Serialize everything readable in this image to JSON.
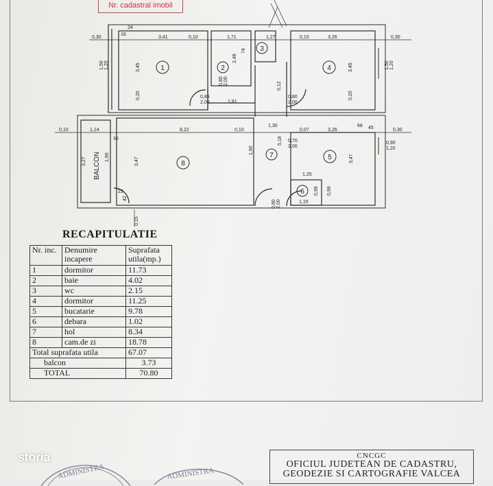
{
  "header": {
    "stamp_text": "Nr. cadastral imobil"
  },
  "plan": {
    "room_numbers": [
      "1",
      "2",
      "3",
      "4",
      "5",
      "6",
      "7",
      "8"
    ],
    "balcon_label": "BALCON",
    "dimensions": [
      "0,30",
      "3,41",
      "0,10",
      "1,71",
      "1,27",
      "0,10",
      "3,26",
      "0,30",
      "16",
      "24",
      "1,50",
      "1,20",
      "2,48",
      "74",
      "3,45",
      "0,20",
      "0,85",
      "2,00",
      "1,81",
      "0,80",
      "2,00",
      "0,80",
      "2,00",
      "0,12",
      "3,45",
      "0,20",
      "1,50",
      "1,20",
      "0,10",
      "1,14",
      "30",
      "8,22",
      "0,10",
      "1,30",
      "0,07",
      "3,26",
      "68",
      "45",
      "0,30",
      "3,27",
      "1,90",
      "3,47",
      "1,90",
      "0,70",
      "2,00",
      "5,18",
      "3,47",
      "0,90",
      "1,20",
      "1,25",
      "0,99",
      "0,99",
      "1,15",
      "23",
      "42",
      "0,15",
      "0,80",
      "2,00"
    ]
  },
  "recap": {
    "title": "RECAPITULATIE",
    "headers": {
      "nr": "Nr. inc.",
      "name": "Denumire incapere",
      "area": "Suprafata utila(mp.)"
    },
    "rows": [
      {
        "nr": "1",
        "name": "dormitor",
        "area": "11.73"
      },
      {
        "nr": "2",
        "name": "baie",
        "area": "4.02"
      },
      {
        "nr": "3",
        "name": "wc",
        "area": "2.15"
      },
      {
        "nr": "4",
        "name": "dormitor",
        "area": "11.25"
      },
      {
        "nr": "5",
        "name": "bucatarie",
        "area": "9.78"
      },
      {
        "nr": "6",
        "name": "debara",
        "area": "1.02"
      },
      {
        "nr": "7",
        "name": "hol",
        "area": "8.34"
      },
      {
        "nr": "8",
        "name": "cam.de zi",
        "area": "18.78"
      }
    ],
    "total_useful": {
      "label": "Total suprafata utila",
      "value": "67.07"
    },
    "balcon": {
      "label": "balcon",
      "value": "3.73"
    },
    "total": {
      "label": "TOTAL",
      "value": "70.80"
    }
  },
  "watermark": {
    "brand": "storia"
  },
  "footer_stamp": {
    "line1": "CNCGC",
    "line2": "OFICIUL JUDETEAN DE CADASTRU,",
    "line3": "GEODEZIE SI CARTOGRAFIE VALCEA"
  },
  "seals": {
    "seal_text": "ADMINISTRA"
  },
  "colors": {
    "line": "#2a2a2a",
    "stamp_red": "#c33"
  }
}
